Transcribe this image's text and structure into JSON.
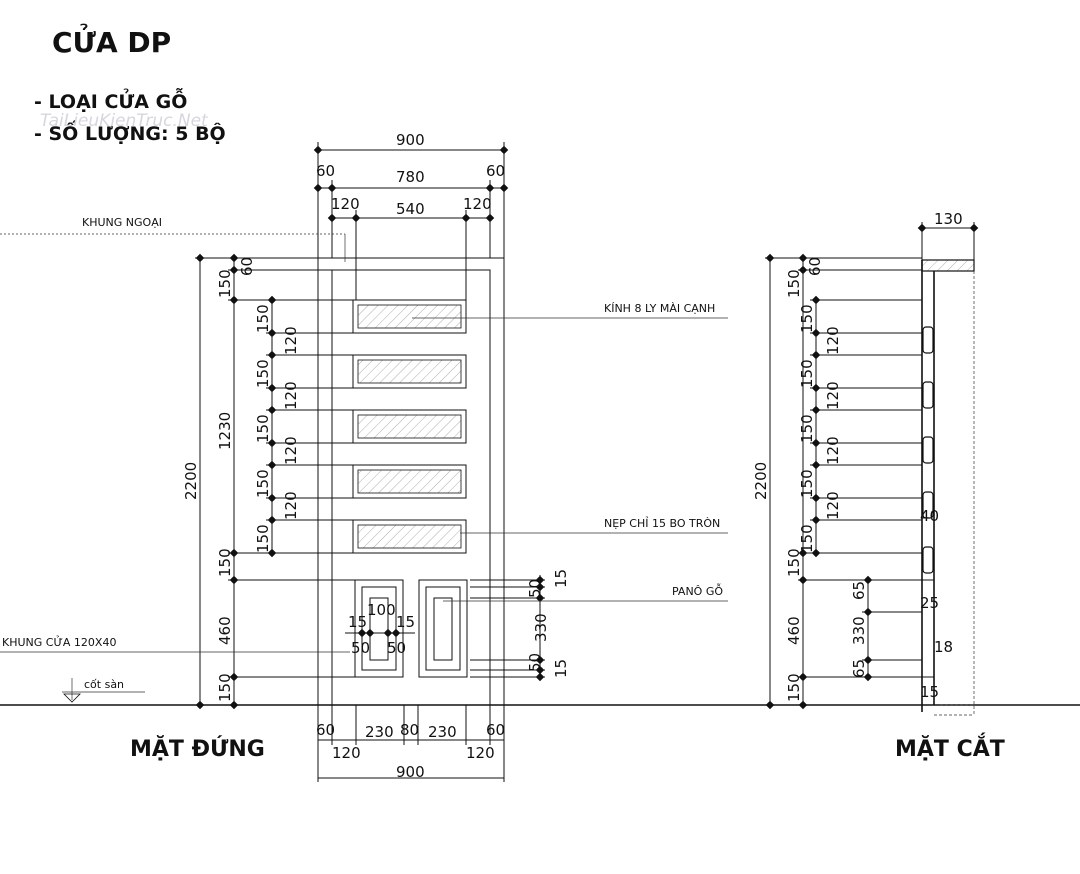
{
  "title": "CỬA DP",
  "subtitle_lines": [
    "- LOẠI CỬA GỖ",
    "- SỐ LƯỢNG: 5 BỘ"
  ],
  "watermark": "TaiLieuKienTruc.Net",
  "views": {
    "elevation": "MẶT ĐỨNG",
    "section": "MẶT CẮT"
  },
  "notes": {
    "outer_frame": "KHUNG NGOẠI",
    "glass": "KÍNH 8 LY MÀI CẠNH",
    "bead": "NẸP CHỈ 15 BO TRÒN",
    "panel": "PANÔ GỖ",
    "door_frame": "KHUNG CỬA 120X40",
    "floor": "cốt sàn"
  },
  "dims_top": {
    "overall": "900",
    "inner": "780",
    "side_a": "60",
    "side_b": "60",
    "glass_w": "540",
    "stile_a": "120",
    "stile_b": "120"
  },
  "dims_bottom": {
    "overall": "900",
    "s1": "60",
    "s2": "230",
    "s3": "80",
    "s4": "230",
    "s5": "60",
    "r1": "120",
    "r2": "120"
  },
  "dims_left_outer": {
    "total": "2200",
    "d1": "60",
    "d2": "150",
    "d3": "1230",
    "d4": "150",
    "d5": "460",
    "d6": "150"
  },
  "dims_left_inner": [
    "150",
    "120",
    "150",
    "120",
    "150",
    "120",
    "150",
    "120",
    "150"
  ],
  "dims_panel": {
    "w": "100",
    "a": "15",
    "b": "15",
    "c": "50",
    "d": "50",
    "h": "330",
    "t1": "15",
    "t2": "50",
    "b1": "50",
    "b2": "15"
  },
  "dims_section_left": {
    "total": "2200",
    "d1": "60",
    "d2": "150",
    "d3": "150",
    "d4": "460",
    "d5": "150"
  },
  "dims_section_inner": [
    "150",
    "120",
    "150",
    "120",
    "150",
    "120",
    "150",
    "120",
    "150"
  ],
  "dims_section_panel": {
    "top": "65",
    "mid": "330",
    "bot": "65"
  },
  "dims_section_misc": {
    "width": "130",
    "t40": "40",
    "t25": "25",
    "t18": "18",
    "t15": "15"
  }
}
